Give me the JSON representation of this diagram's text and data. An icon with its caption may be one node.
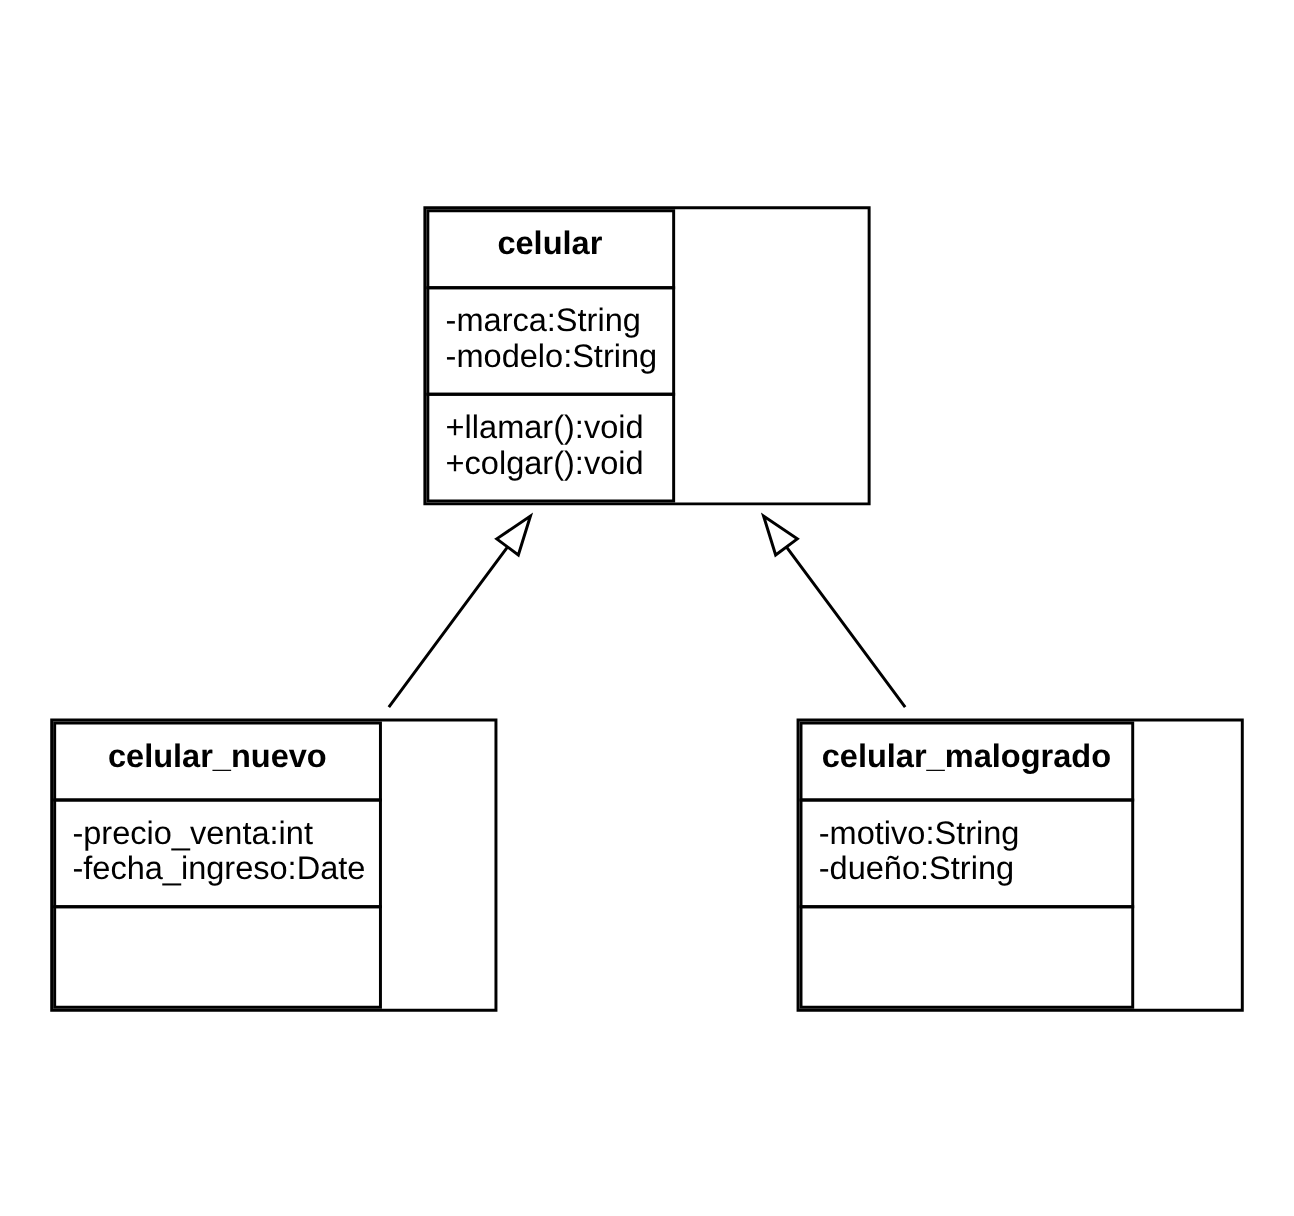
{
  "diagram": {
    "nodes": [
      {
        "text": [
          "celular",
          "-marca:String",
          "-modelo:String",
          "+llamar():void",
          "+colgar():void"
        ]
      },
      {
        "text": [
          "celular_nuevo",
          "-precio_venta:int",
          "-fecha_ingreso:Date"
        ]
      },
      {
        "text": [
          "celular_malogrado",
          "-motivo:String",
          "-dueño:String"
        ]
      }
    ],
    "edges": [
      {
        "from": 1,
        "to": 0,
        "arrow": "to"
      },
      {
        "from": 2,
        "to": 0,
        "arrow": "to"
      }
    ]
  }
}
